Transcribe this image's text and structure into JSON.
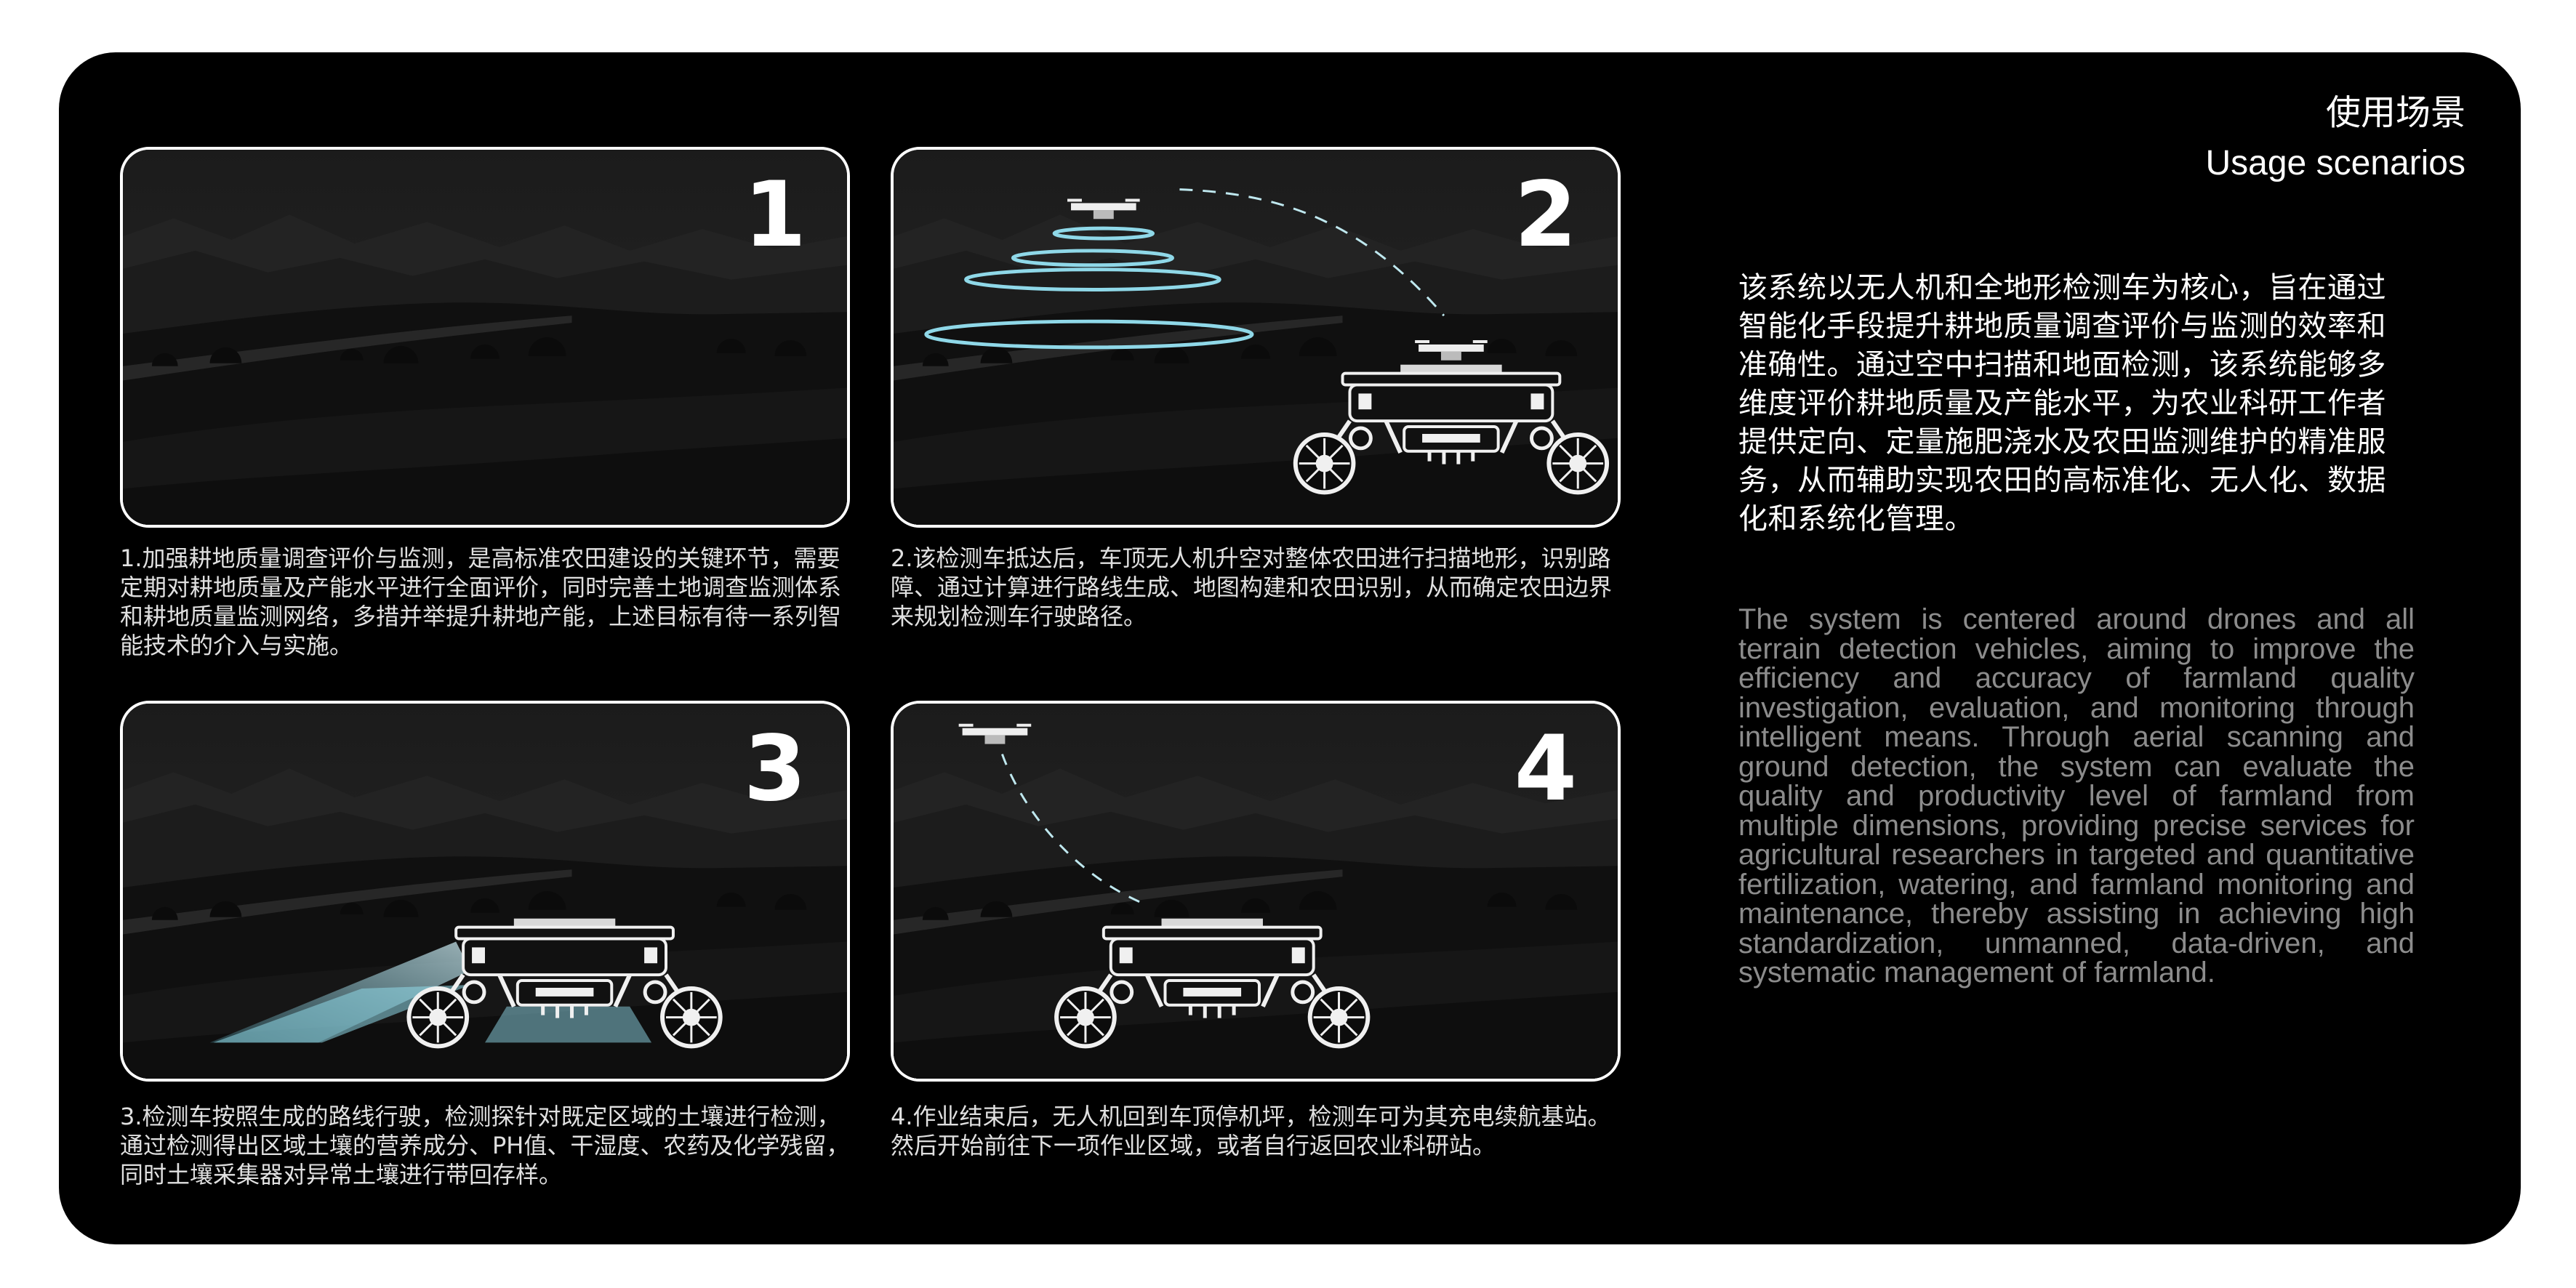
{
  "header": {
    "title_cn": "使用场景",
    "title_en": "Usage scenarios"
  },
  "steps": [
    {
      "number": "1",
      "caption": "1.加强耕地质量调查评价与监测，是高标准农田建设的关键环节，需要定期对耕地质量及产能水平进行全面评价，同时完善土地调查监测体系和耕地质量监测网络，多措并举提升耕地产能，上述目标有待一系列智能技术的介入与实施。"
    },
    {
      "number": "2",
      "caption": "2.该检测车抵达后，车顶无人机升空对整体农田进行扫描地形，识别路障、通过计算进行路线生成、地图构建和农田识别，从而确定农田边界来规划检测车行驶路径。"
    },
    {
      "number": "3",
      "caption": "3.检测车按照生成的路线行驶，检测探针对既定区域的土壤进行检测，通过检测得出区域土壤的营养成分、PH值、干湿度、农药及化学残留，同时土壤采集器对异常土壤进行带回存样。"
    },
    {
      "number": "4",
      "caption": "4.作业结束后，无人机回到车顶停机坪，检测车可为其充电续航基站。然后开始前往下一项作业区域，或者自行返回农业科研站。"
    }
  ],
  "description": {
    "cn": "该系统以无人机和全地形检测车为核心，旨在通过智能化手段提升耕地质量调查评价与监测的效率和准确性。通过空中扫描和地面检测，该系统能够多维度评价耕地质量及产能水平，为农业科研工作者提供定向、定量施肥浇水及农田监测维护的精准服务，从而辅助实现农田的高标准化、无人化、数据化和系统化管理。",
    "en": "The system is centered around drones and all terrain detection vehicles, aiming to improve the efficiency and accuracy of farmland quality investigation, evaluation, and monitoring through intelligent means. Through aerial scanning and ground detection, the system can evaluate the quality and productivity level of farmland from multiple dimensions, providing precise services for agricultural researchers in targeted and quantitative fertilization, watering, and farmland monitoring and maintenance, thereby assisting in achieving high standardization, unmanned, data-driven, and systematic management of farmland."
  },
  "colors": {
    "background": "#000000",
    "page": "#ffffff",
    "scan_cyan": "#8fd8e8",
    "muted_text": "#8c8c8c"
  }
}
